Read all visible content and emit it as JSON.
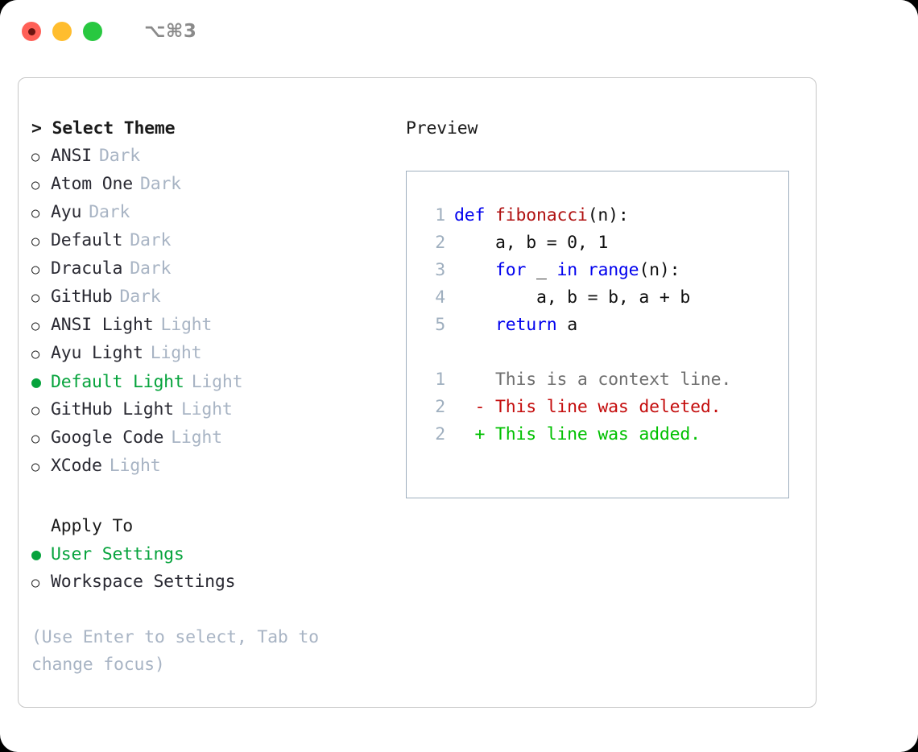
{
  "titlebar": {
    "traffic_lights": [
      "close",
      "minimize",
      "zoom"
    ],
    "shortcut": "⌥⌘3"
  },
  "theme_picker": {
    "heading": "> Select Theme",
    "marker_unselected": "○",
    "marker_selected": "●",
    "items": [
      {
        "label": "ANSI",
        "tag": "Dark",
        "selected": false
      },
      {
        "label": "Atom One",
        "tag": "Dark",
        "selected": false
      },
      {
        "label": "Ayu",
        "tag": "Dark",
        "selected": false
      },
      {
        "label": "Default",
        "tag": "Dark",
        "selected": false
      },
      {
        "label": "Dracula",
        "tag": "Dark",
        "selected": false
      },
      {
        "label": "GitHub",
        "tag": "Dark",
        "selected": false
      },
      {
        "label": "ANSI Light",
        "tag": "Light",
        "selected": false
      },
      {
        "label": "Ayu Light",
        "tag": "Light",
        "selected": false
      },
      {
        "label": "Default Light",
        "tag": "Light",
        "selected": true
      },
      {
        "label": "GitHub Light",
        "tag": "Light",
        "selected": false
      },
      {
        "label": "Google Code",
        "tag": "Light",
        "selected": false
      },
      {
        "label": "XCode",
        "tag": "Light",
        "selected": false
      }
    ]
  },
  "apply_to": {
    "heading": "Apply To",
    "items": [
      {
        "label": "User Settings",
        "selected": true
      },
      {
        "label": "Workspace Settings",
        "selected": false
      }
    ]
  },
  "hint": "(Use Enter to select, Tab to change focus)",
  "preview": {
    "title": "Preview",
    "code_lines": [
      {
        "lineno": "1",
        "tokens": [
          {
            "text": "def ",
            "type": "kw"
          },
          {
            "text": "fibonacci",
            "type": "fn"
          },
          {
            "text": "(n):",
            "type": "plain"
          }
        ]
      },
      {
        "lineno": "2",
        "tokens": [
          {
            "text": "    a, b = 0, 1",
            "type": "plain"
          }
        ]
      },
      {
        "lineno": "3",
        "tokens": [
          {
            "text": "    ",
            "type": "plain"
          },
          {
            "text": "for",
            "type": "kw"
          },
          {
            "text": " _ ",
            "type": "plain"
          },
          {
            "text": "in",
            "type": "kw"
          },
          {
            "text": " ",
            "type": "plain"
          },
          {
            "text": "range",
            "type": "kw"
          },
          {
            "text": "(n):",
            "type": "plain"
          }
        ]
      },
      {
        "lineno": "4",
        "tokens": [
          {
            "text": "        a, b = b, a + b",
            "type": "plain"
          }
        ]
      },
      {
        "lineno": "5",
        "tokens": [
          {
            "text": "    ",
            "type": "plain"
          },
          {
            "text": "return",
            "type": "kw"
          },
          {
            "text": " a",
            "type": "plain"
          }
        ]
      }
    ],
    "diff_lines": [
      {
        "lineno": "1",
        "sign": " ",
        "text": "This is a context line.",
        "kind": "context"
      },
      {
        "lineno": "2",
        "sign": "-",
        "text": "This line was deleted.",
        "kind": "deleted"
      },
      {
        "lineno": "2",
        "sign": "+",
        "text": "This line was added.",
        "kind": "added"
      }
    ]
  },
  "colors": {
    "accent_green": "#06a33c",
    "keyword_blue": "#0000ee",
    "function_red": "#b01212",
    "diff_deleted": "#c40c0c",
    "diff_added": "#00c000",
    "muted_tag": "#a8b4c4",
    "panel_border": "#9fafbf",
    "window_border": "#c6c6c6",
    "light_close": "#ff6057",
    "light_minimize": "#ffbd2e",
    "light_zoom": "#28c840"
  }
}
